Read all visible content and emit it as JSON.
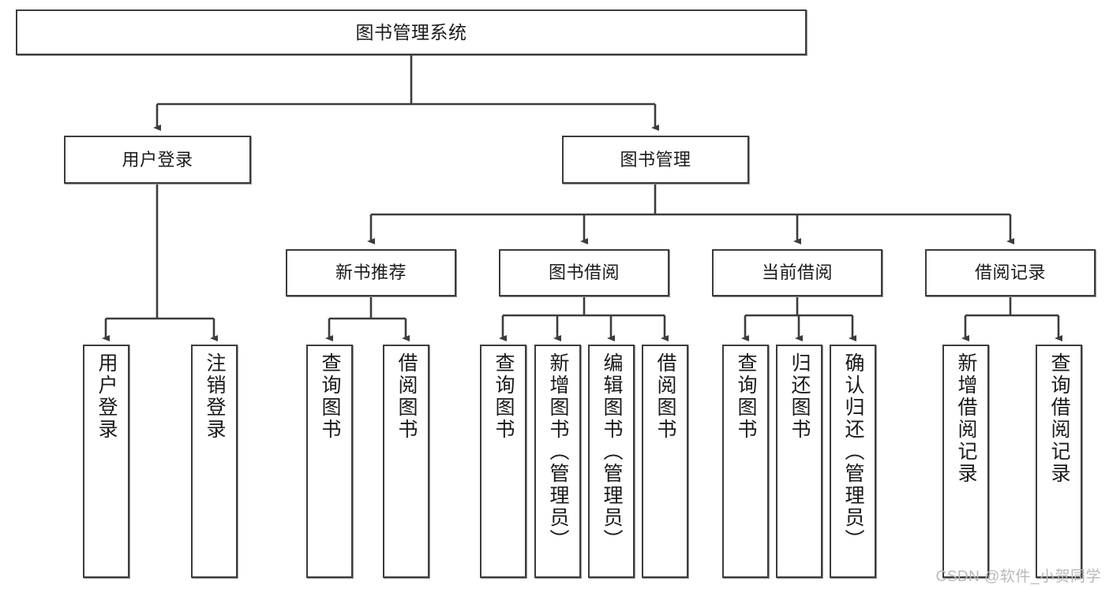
{
  "diagram": {
    "title": "图书管理系统",
    "type": "tree",
    "colors": {
      "box_border": "#3c3c3c",
      "box_fill": "#ffffff",
      "edge": "#3c3c3c",
      "text": "#1a1a1a",
      "watermark": "#b9b9b9",
      "background": "#ffffff"
    },
    "root": {
      "label": "图书管理系统"
    },
    "level2": [
      {
        "label": "用户登录"
      },
      {
        "label": "图书管理"
      }
    ],
    "level3": [
      {
        "label": "新书推荐"
      },
      {
        "label": "图书借阅"
      },
      {
        "label": "当前借阅"
      },
      {
        "label": "借阅记录"
      }
    ],
    "leaves": {
      "user_login": [
        {
          "label": "用户登录"
        },
        {
          "label": "注销登录"
        }
      ],
      "new_book_recommend": [
        {
          "label": "查询图书"
        },
        {
          "label": "借阅图书"
        }
      ],
      "book_borrow": [
        {
          "label": "查询图书"
        },
        {
          "label": "新增图书（管理员）"
        },
        {
          "label": "编辑图书（管理员）"
        },
        {
          "label": "借阅图书"
        }
      ],
      "current_borrow": [
        {
          "label": "查询图书"
        },
        {
          "label": "归还图书"
        },
        {
          "label": "确认归还（管理员）"
        }
      ],
      "borrow_record": [
        {
          "label": "新增借阅记录"
        },
        {
          "label": "查询借阅记录"
        }
      ]
    }
  },
  "watermark": {
    "text": "CSDN @软件_小贺同学"
  }
}
